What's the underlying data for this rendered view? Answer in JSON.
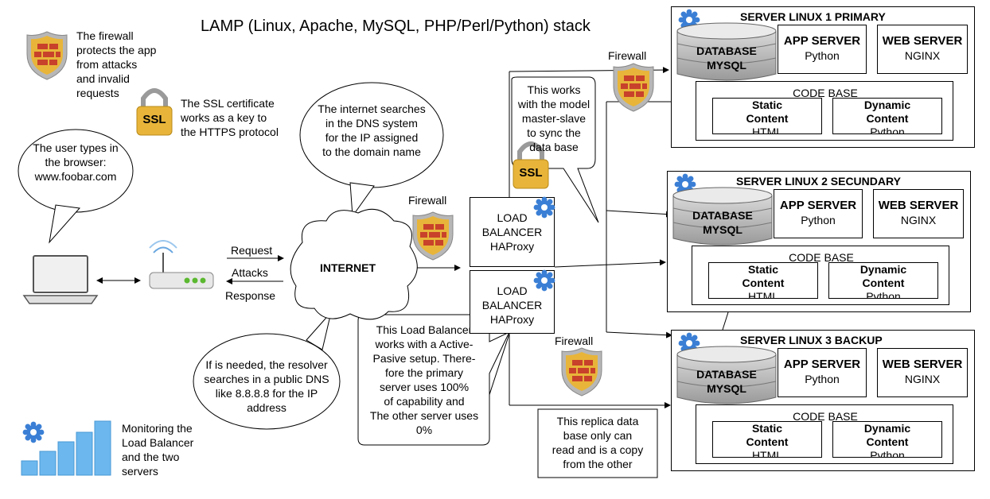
{
  "title": "LAMP (Linux, Apache, MySQL, PHP/Perl/Python) stack",
  "notes": {
    "firewall": [
      "The firewall",
      "protects the app",
      "from attacks",
      "and invalid",
      "requests"
    ],
    "ssl": [
      "The SSL certificate",
      "works as a key to",
      "the HTTPS protocol"
    ],
    "user": [
      "The user types in",
      "the browser:",
      "www.foobar.com"
    ],
    "dns": [
      "The internet searches",
      "in the DNS system",
      "for the IP assigned",
      "to the domain name"
    ],
    "masterslave": [
      "This works",
      "with the model",
      "master-slave",
      "to sync the",
      "data base"
    ],
    "resolver": [
      "If is needed, the resolver",
      "searches in a public DNS",
      "like 8.8.8.8 for the IP",
      "address"
    ],
    "active_passive": [
      "This Load Balancer",
      "works with a Active-",
      "Pasive setup. There-",
      "fore the primary",
      "server uses 100%",
      "of capability and",
      "The other server uses",
      "0%"
    ],
    "replica": [
      "This replica data",
      "base only can",
      "read and is a copy",
      "from the other"
    ],
    "monitoring": [
      "Monitoring the",
      "Load Balancer",
      "and the two",
      "servers"
    ]
  },
  "ssl_badge": "SSL",
  "labels": {
    "firewall": "Firewall",
    "request": "Request",
    "attacks": "Attacks",
    "response": "Response",
    "internet": "INTERNET"
  },
  "load_balancers": [
    {
      "lines": [
        "LOAD",
        "BALANCER",
        "HAProxy"
      ]
    },
    {
      "lines": [
        "LOAD",
        "BALANCER",
        "HAProxy"
      ]
    }
  ],
  "servers": [
    {
      "title": "SERVER LINUX 1 PRIMARY",
      "db": [
        "DATABASE",
        "MYSQL"
      ],
      "app": [
        "APP SERVER",
        "Python"
      ],
      "web": [
        "WEB SERVER",
        "NGINX"
      ],
      "codebase": "CODE BASE",
      "static": [
        "Static",
        "Content",
        "HTML"
      ],
      "dynamic": [
        "Dynamic",
        "Content",
        "Python"
      ]
    },
    {
      "title": "SERVER LINUX 2 SECUNDARY",
      "db": [
        "DATABASE",
        "MYSQL"
      ],
      "app": [
        "APP SERVER",
        "Python"
      ],
      "web": [
        "WEB SERVER",
        "NGINX"
      ],
      "codebase": "CODE BASE",
      "static": [
        "Static",
        "Content",
        "HTML"
      ],
      "dynamic": [
        "Dynamic",
        "Content",
        "Python"
      ]
    },
    {
      "title": "SERVER LINUX 3 BACKUP",
      "db": [
        "DATABASE",
        "MYSQL"
      ],
      "app": [
        "APP SERVER",
        "Python"
      ],
      "web": [
        "WEB SERVER",
        "NGINX"
      ],
      "codebase": "CODE BASE",
      "static": [
        "Static",
        "Content",
        "HTML"
      ],
      "dynamic": [
        "Dynamic",
        "Content",
        "Python"
      ]
    }
  ],
  "colors": {
    "shield_gold": "#e8b53a",
    "shield_red": "#c8412a",
    "gear_blue": "#3a7fd5",
    "chart_blue": "#6cb8ee"
  }
}
